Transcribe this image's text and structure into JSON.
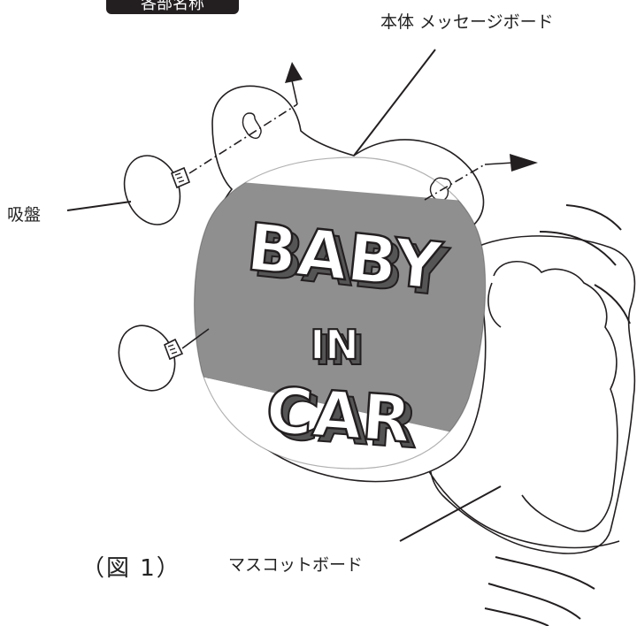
{
  "header": {
    "badge_text": "各部名称"
  },
  "labels": {
    "body": "本体 メッセージボード",
    "suction_cup": "吸盤",
    "figure": "（図 1）",
    "mascot_board": "マスコットボード"
  },
  "sign": {
    "line1": "BABY",
    "line2": "IN",
    "line3": "CAR"
  },
  "colors": {
    "band": "#8f8f8f",
    "outline": "#231f20",
    "letter_fill": "#ffffff",
    "letter_shadow": "#555555",
    "badge_bg": "#231f20"
  }
}
